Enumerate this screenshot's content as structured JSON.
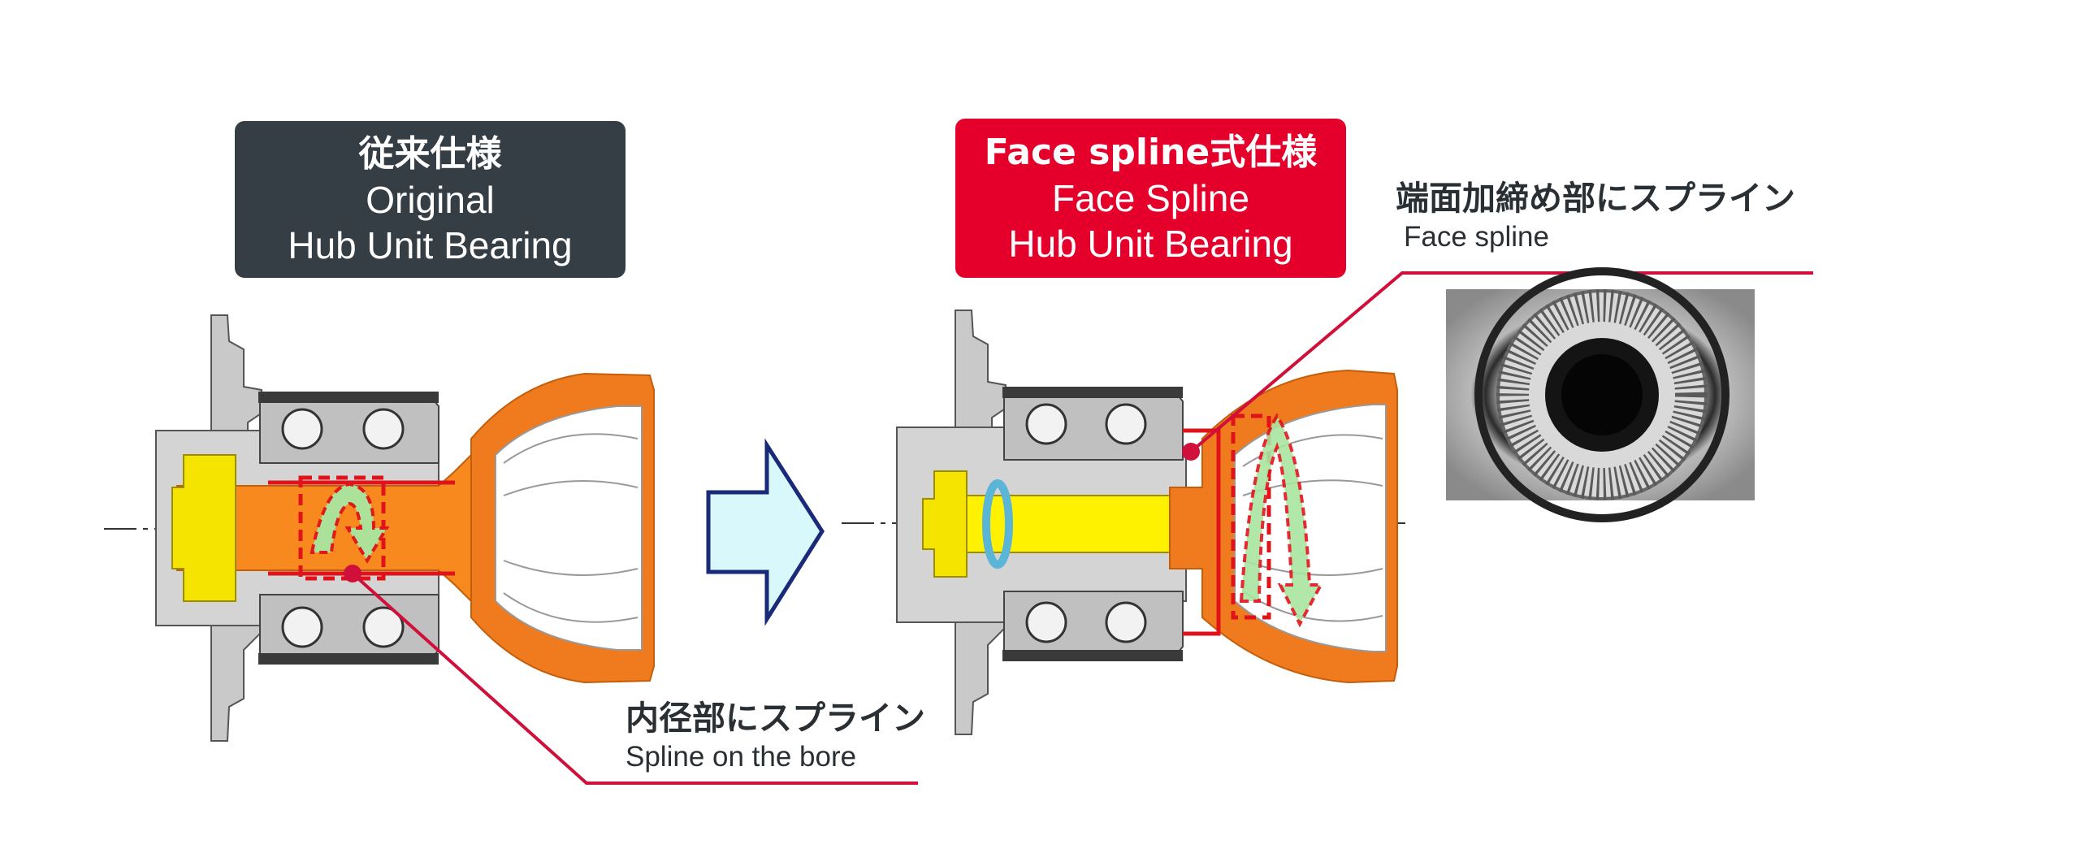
{
  "original": {
    "title_jp": "従来仕様",
    "title_en_line1": "Original",
    "title_en_line2": "Hub Unit Bearing",
    "callout_jp": "内径部にスプライン",
    "callout_en": "Spline on the bore"
  },
  "face_spline": {
    "title_jp": "Face spline式仕様",
    "title_en_line1": "Face Spline",
    "title_en_line2": "Hub Unit Bearing",
    "callout_jp": "端面加締め部にスプライン",
    "callout_en": "Face spline"
  },
  "colors": {
    "original_box": "#353e45",
    "face_spline_box": "#e4002b",
    "callout_line": "#d0103a",
    "joint_orange": "#f07a1e",
    "shaft_orange": "#f7891f",
    "shaft_yellow": "#fff200",
    "nut_yellow": "#f5e300",
    "housing_gray": "#c9c9c9",
    "arrow_fill": "#d8f8fb",
    "arrow_stroke": "#1a2a78",
    "spline_arrow_green": "#a9e6a0"
  }
}
